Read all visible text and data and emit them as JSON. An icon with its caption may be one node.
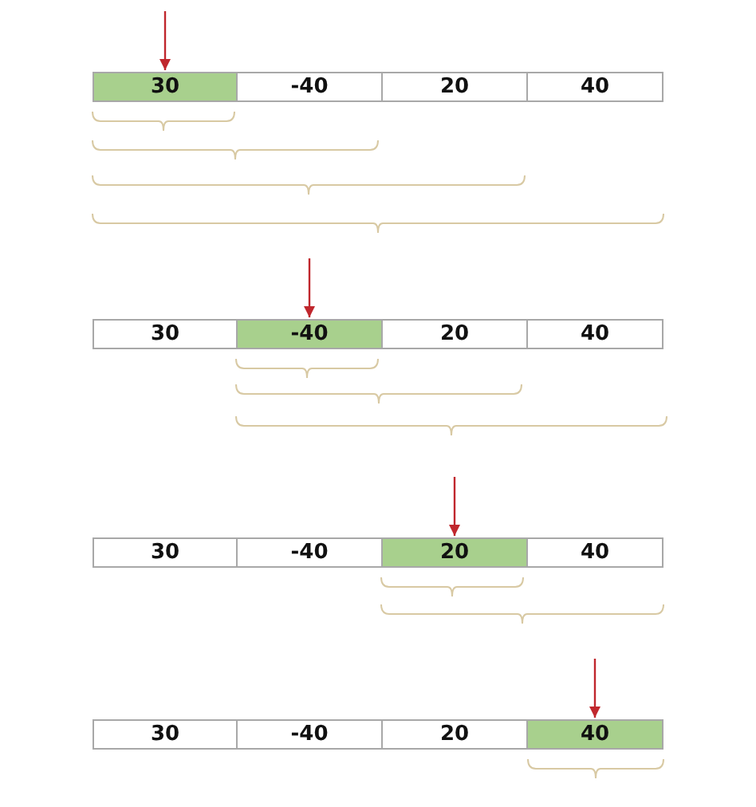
{
  "diagram": {
    "nodes": [
      {
        "text": [
          "30"
        ]
      },
      {
        "text": [
          "-40"
        ]
      },
      {
        "text": [
          "20"
        ]
      },
      {
        "text": [
          "40"
        ]
      },
      {
        "text": [
          "30"
        ]
      },
      {
        "text": [
          "-40"
        ]
      },
      {
        "text": [
          "20"
        ]
      },
      {
        "text": [
          "40"
        ]
      },
      {
        "text": [
          "30"
        ]
      },
      {
        "text": [
          "-40"
        ]
      },
      {
        "text": [
          "20"
        ]
      },
      {
        "text": [
          "40"
        ]
      },
      {
        "text": [
          "30"
        ]
      },
      {
        "text": [
          "-40"
        ]
      },
      {
        "text": [
          "20"
        ]
      },
      {
        "text": [
          "40"
        ]
      }
    ],
    "edges": [
      {
        "from": null,
        "to": 0,
        "arrow": "to"
      },
      {
        "from": null,
        "to": 5,
        "arrow": "to"
      },
      {
        "from": null,
        "to": 10,
        "arrow": "to"
      },
      {
        "from": null,
        "to": 15,
        "arrow": "to"
      }
    ]
  }
}
